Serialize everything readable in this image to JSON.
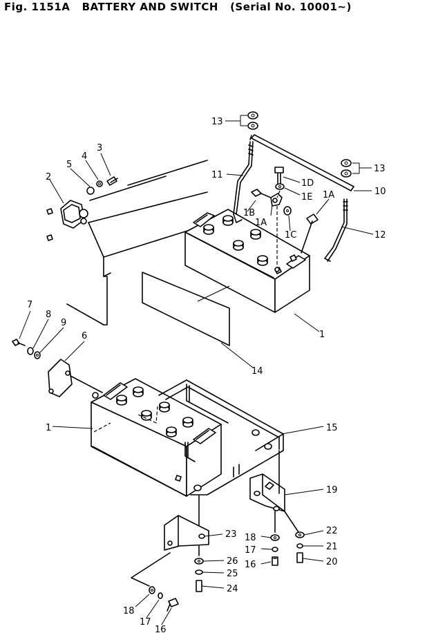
{
  "title": {
    "fig": "Fig. 1151A",
    "name": "BATTERY AND SWITCH",
    "serial": "(Serial No. 10001~)"
  },
  "labels": {
    "l1": "1",
    "l1b": "1",
    "l1a": "1A",
    "l1a2": "1A",
    "l1b2": "1B",
    "l1c": "1C",
    "l1d": "1D",
    "l1e": "1E",
    "l2": "2",
    "l3": "3",
    "l4": "4",
    "l5": "5",
    "l6": "6",
    "l7": "7",
    "l8": "8",
    "l9": "9",
    "l10": "10",
    "l11": "11",
    "l12": "12",
    "l13a": "13",
    "l13b": "13",
    "l14": "14",
    "l15": "15",
    "l16a": "16",
    "l16b": "16",
    "l17a": "17",
    "l17b": "17",
    "l18a": "18",
    "l18b": "18",
    "l19": "19",
    "l20": "20",
    "l21": "21",
    "l22": "22",
    "l23": "23",
    "l24": "24",
    "l25": "25",
    "l26": "26"
  }
}
